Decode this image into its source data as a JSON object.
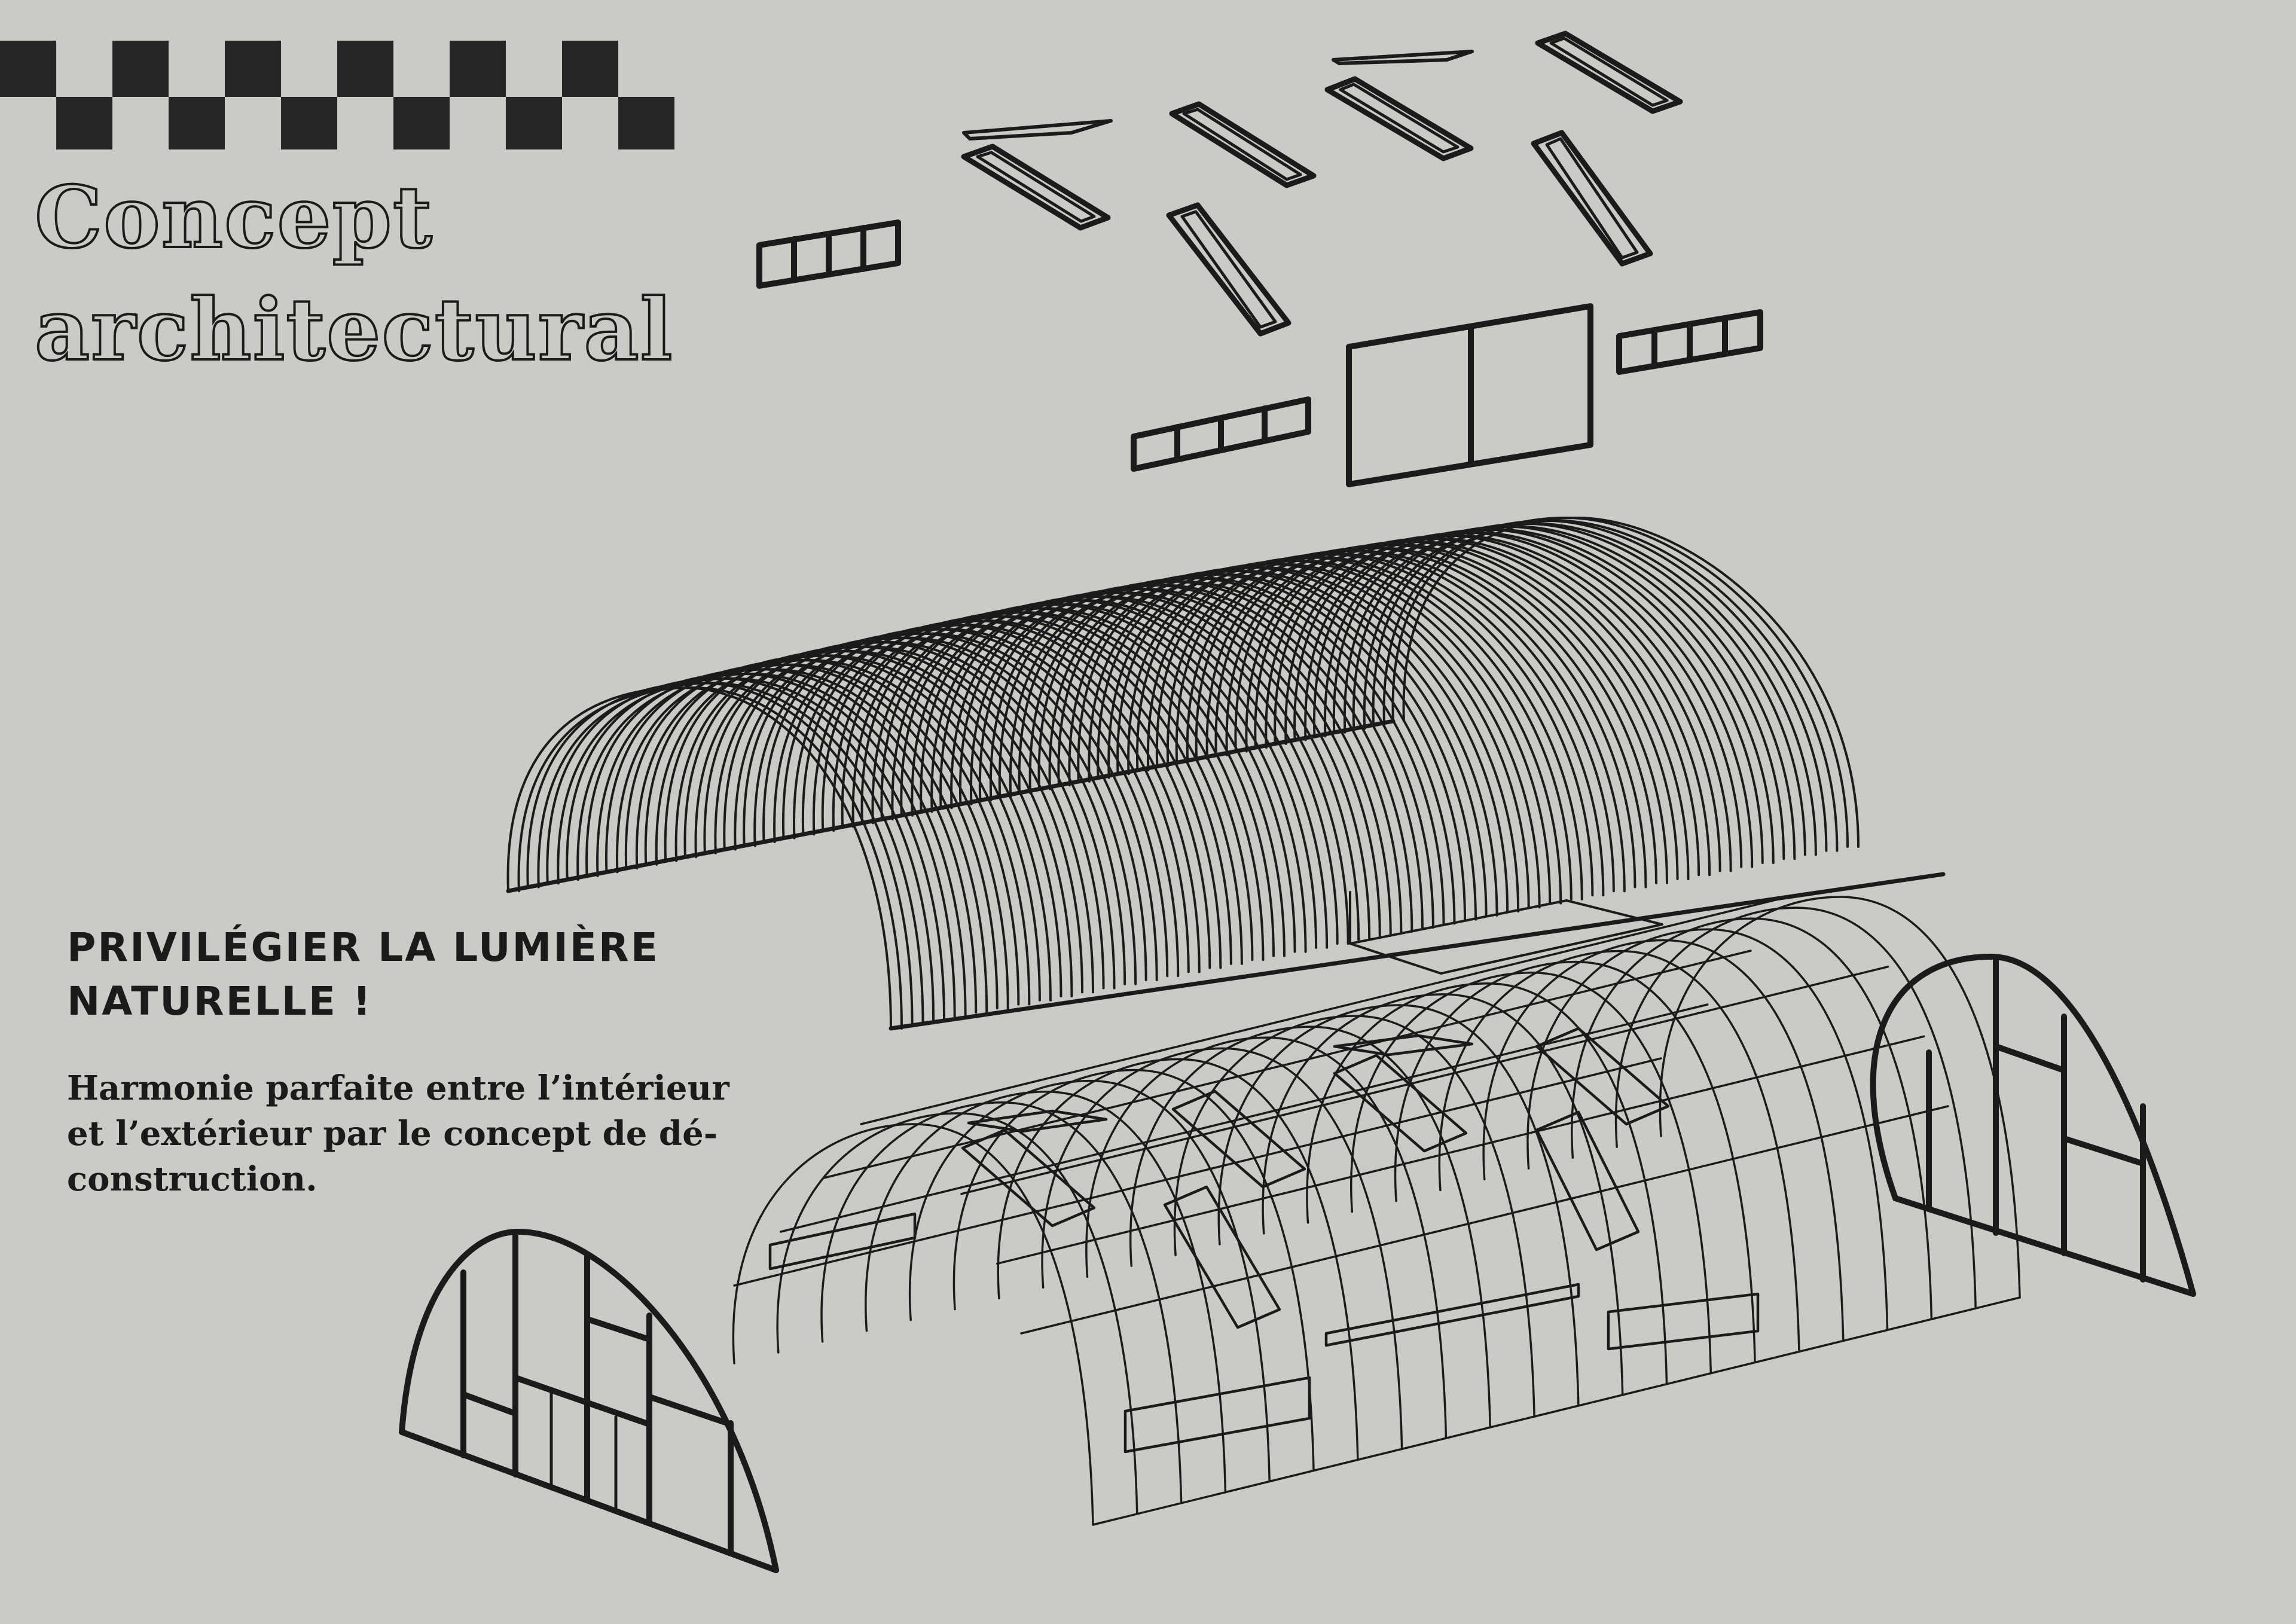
{
  "title": {
    "line1": "Concept",
    "line2": "architectural"
  },
  "section": {
    "heading_line1": "PRIVILÉGIER LA LUMIÈRE",
    "heading_line2": "NATURELLE !",
    "body_line1": "Harmonie parfaite entre l’intérieur",
    "body_line2": "et l’extérieur par le concept de dé-",
    "body_line3": "construction."
  },
  "colors": {
    "background": "#cbcbc6",
    "ink": "#1b1b1b",
    "checker": "#262626"
  }
}
